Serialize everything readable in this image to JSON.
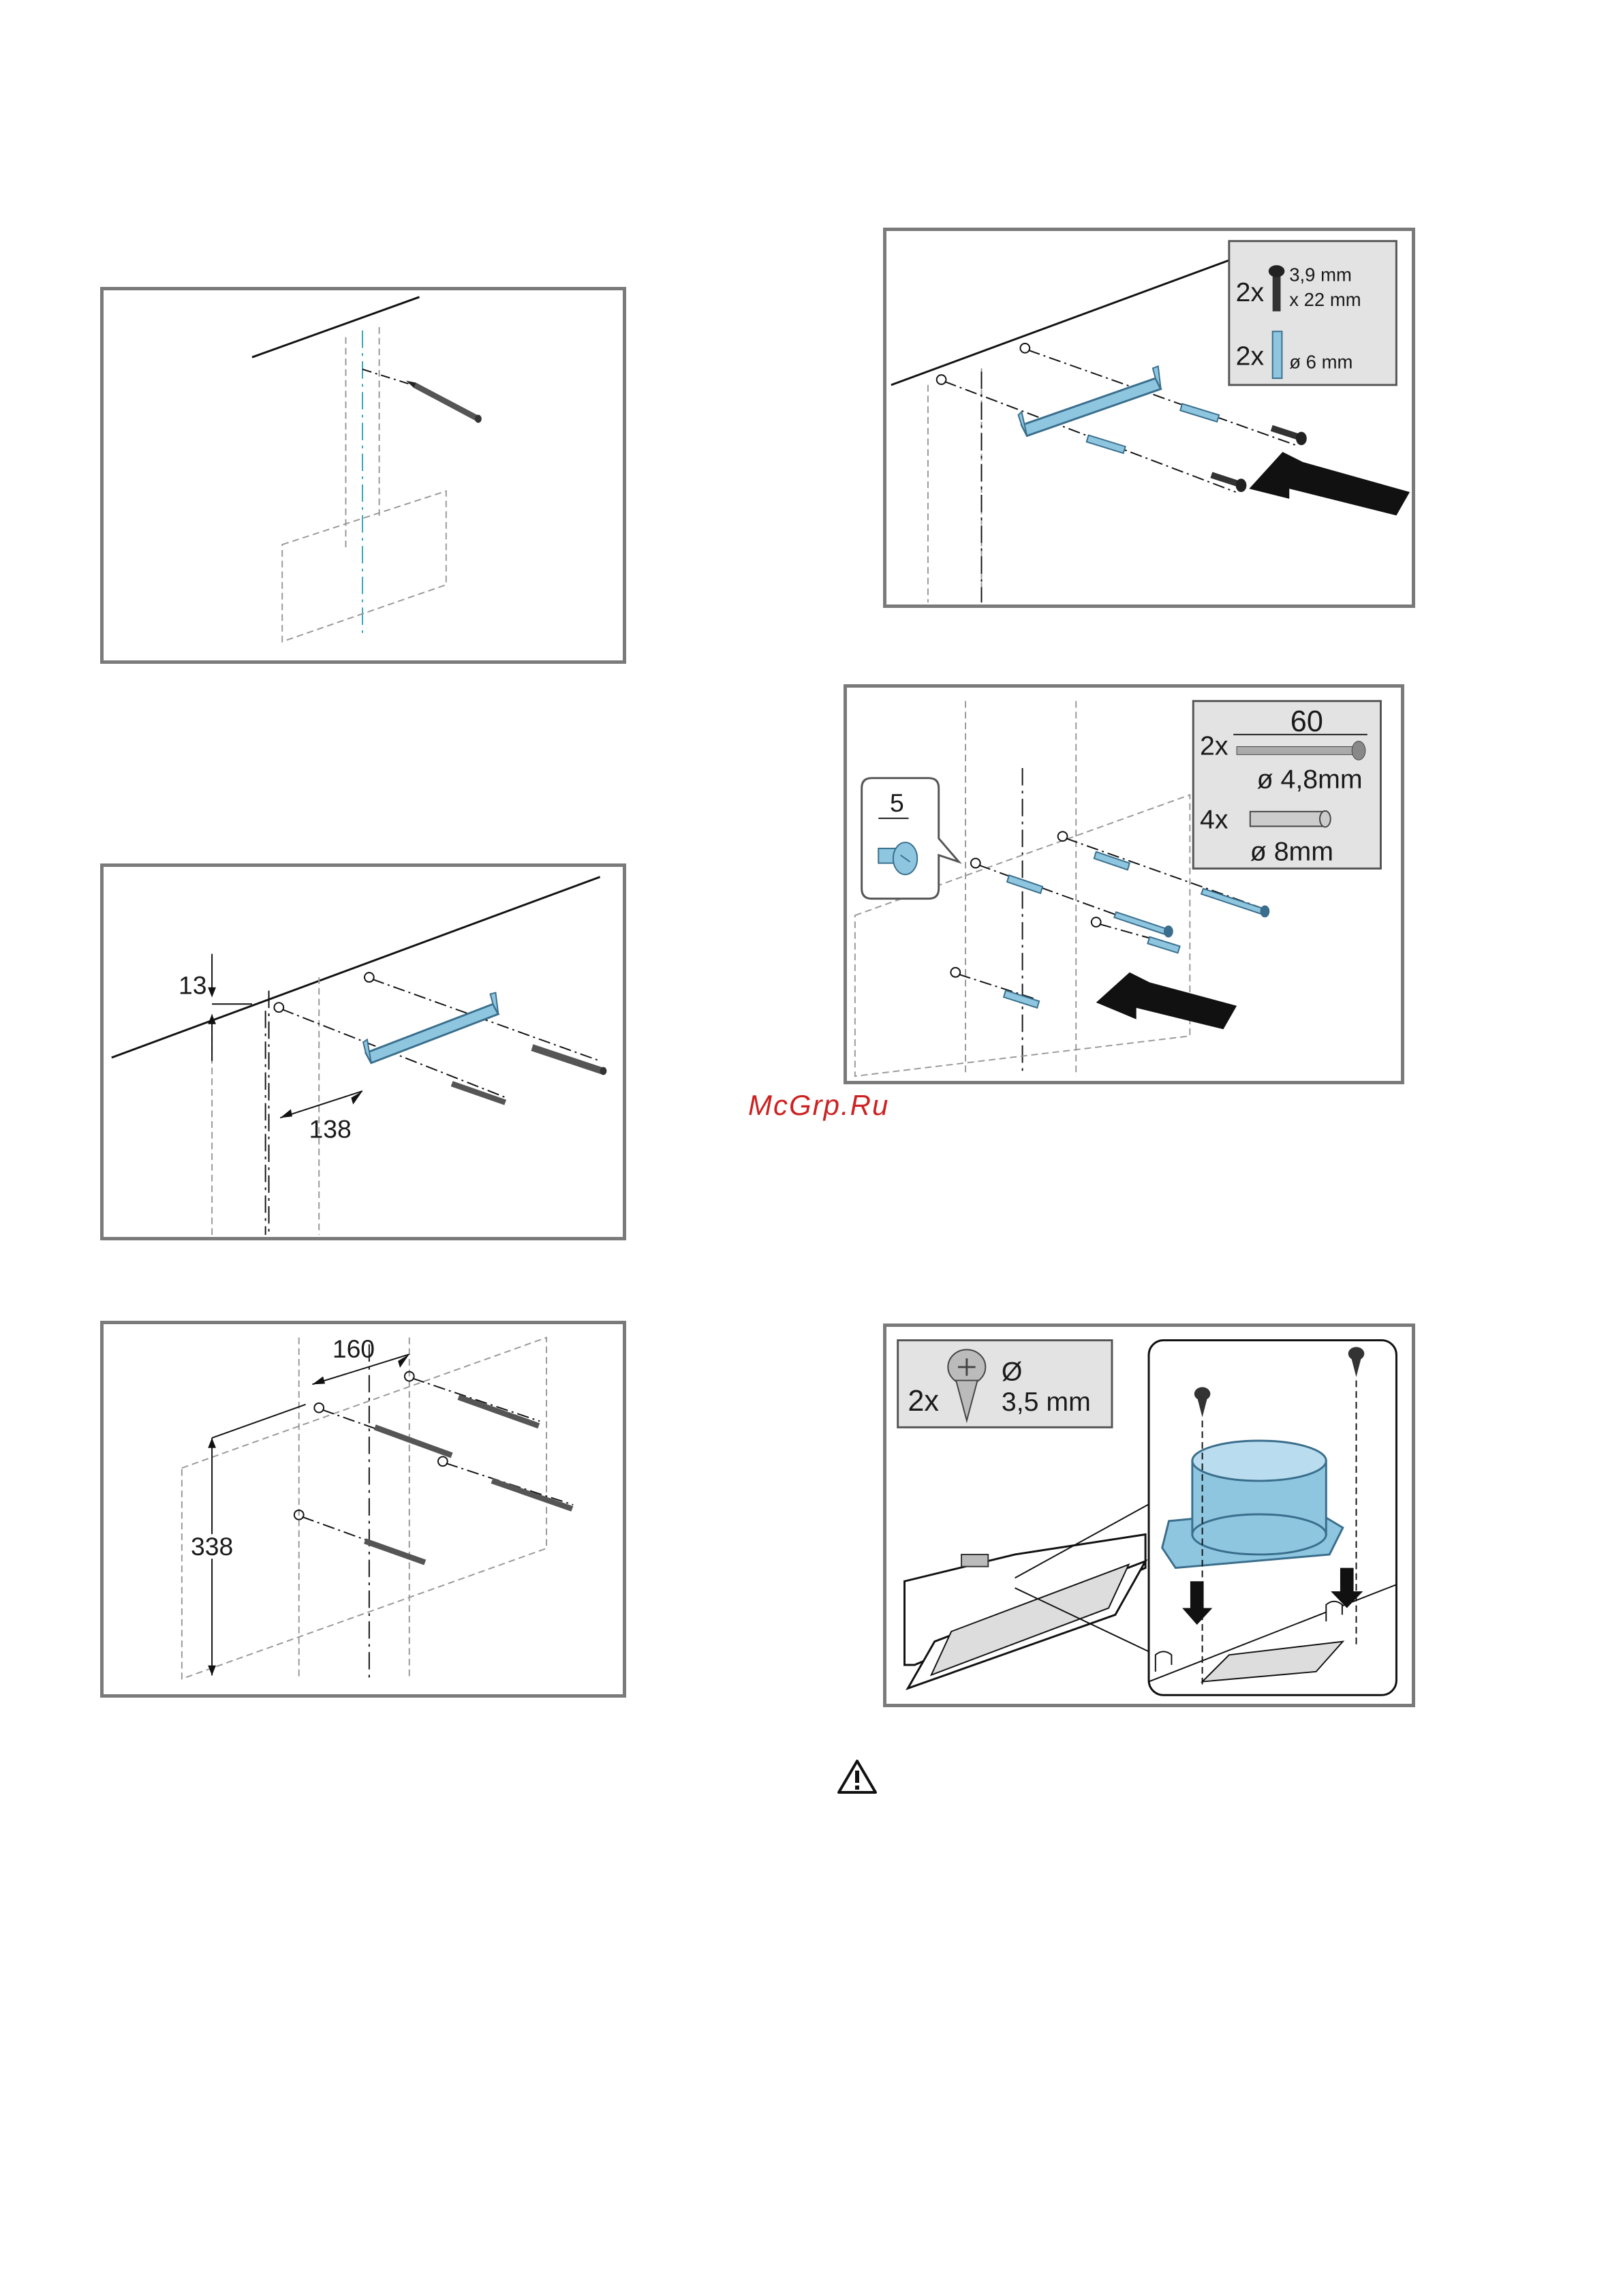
{
  "panel_2": {
    "label_screw_count": "2x",
    "label_screw_size_1": "3,9 mm",
    "label_screw_size_2": "x 22 mm",
    "label_dowel_count": "2x",
    "label_dowel_size": "ø 6 mm"
  },
  "panel_3": {
    "dim_13": "13",
    "dim_138": "138"
  },
  "panel_4": {
    "label_detail_dim": "5",
    "label_screw_count": "2x",
    "label_screw_length": "60",
    "label_screw_diameter": "ø 4,8mm",
    "label_dowel_count": "4x",
    "label_dowel_diameter": "ø  8mm"
  },
  "panel_5": {
    "dim_160": "160",
    "dim_338": "338"
  },
  "panel_6": {
    "label_screw_count": "2x",
    "label_screw_diam_symbol": "Ø",
    "label_screw_diam": "3,5 mm"
  },
  "watermark": "McGrp.Ru",
  "colors": {
    "frame": "#7a7a7a",
    "part_blue": "#8ec6e0",
    "part_blue_dark": "#3a6e8c",
    "guide_teal": "#3aa8b8",
    "label_bg": "#e3e3e3",
    "watermark": "#cc2222"
  }
}
